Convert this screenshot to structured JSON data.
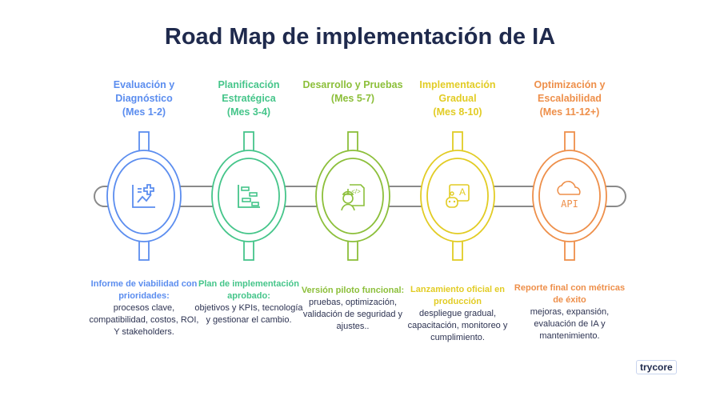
{
  "title": "Road Map de implementación de IA",
  "phases": [
    {
      "title": "Evaluación y Diagnóstico",
      "period": "(Mes 1-2)",
      "color": "#5b8def",
      "icon": "chart-plus-icon",
      "desc_bold": "Informe de viabilidad con prioridades:",
      "desc": "procesos clave, compatibilidad, costos, ROI, Y stakeholders."
    },
    {
      "title": "Planificación Estratégica",
      "period": "(Mes 3-4)",
      "color": "#45c58a",
      "icon": "gantt-icon",
      "desc_bold": "Plan de implementación aprobado:",
      "desc": "objetivos y KPIs, tecnología y gestionar el cambio."
    },
    {
      "title": "Desarrollo y Pruebas",
      "period": "(Mes 5-7)",
      "color": "#8cbf3a",
      "icon": "developer-code-icon",
      "desc_bold": "Versión piloto funcional:",
      "desc": "pruebas, optimización, validación de seguridad y ajustes.."
    },
    {
      "title": "Implementación Gradual",
      "period": "(Mes 8-10)",
      "color": "#e2cc24",
      "icon": "robot-screen-icon",
      "desc_bold": "Lanzamiento oficial en producción",
      "desc": "despliegue gradual, capacitación, monitoreo y cumplimiento."
    },
    {
      "title": "Optimización y Escalabilidad",
      "period": "(Mes 11-12+)",
      "color": "#ee8f4a",
      "icon": "cloud-api-icon",
      "desc_bold": "Reporte final con métricas de éxito",
      "desc": "mejoras, expansión, evaluación de IA y mantenimiento."
    }
  ],
  "logo": "trycore",
  "api_text": "API"
}
